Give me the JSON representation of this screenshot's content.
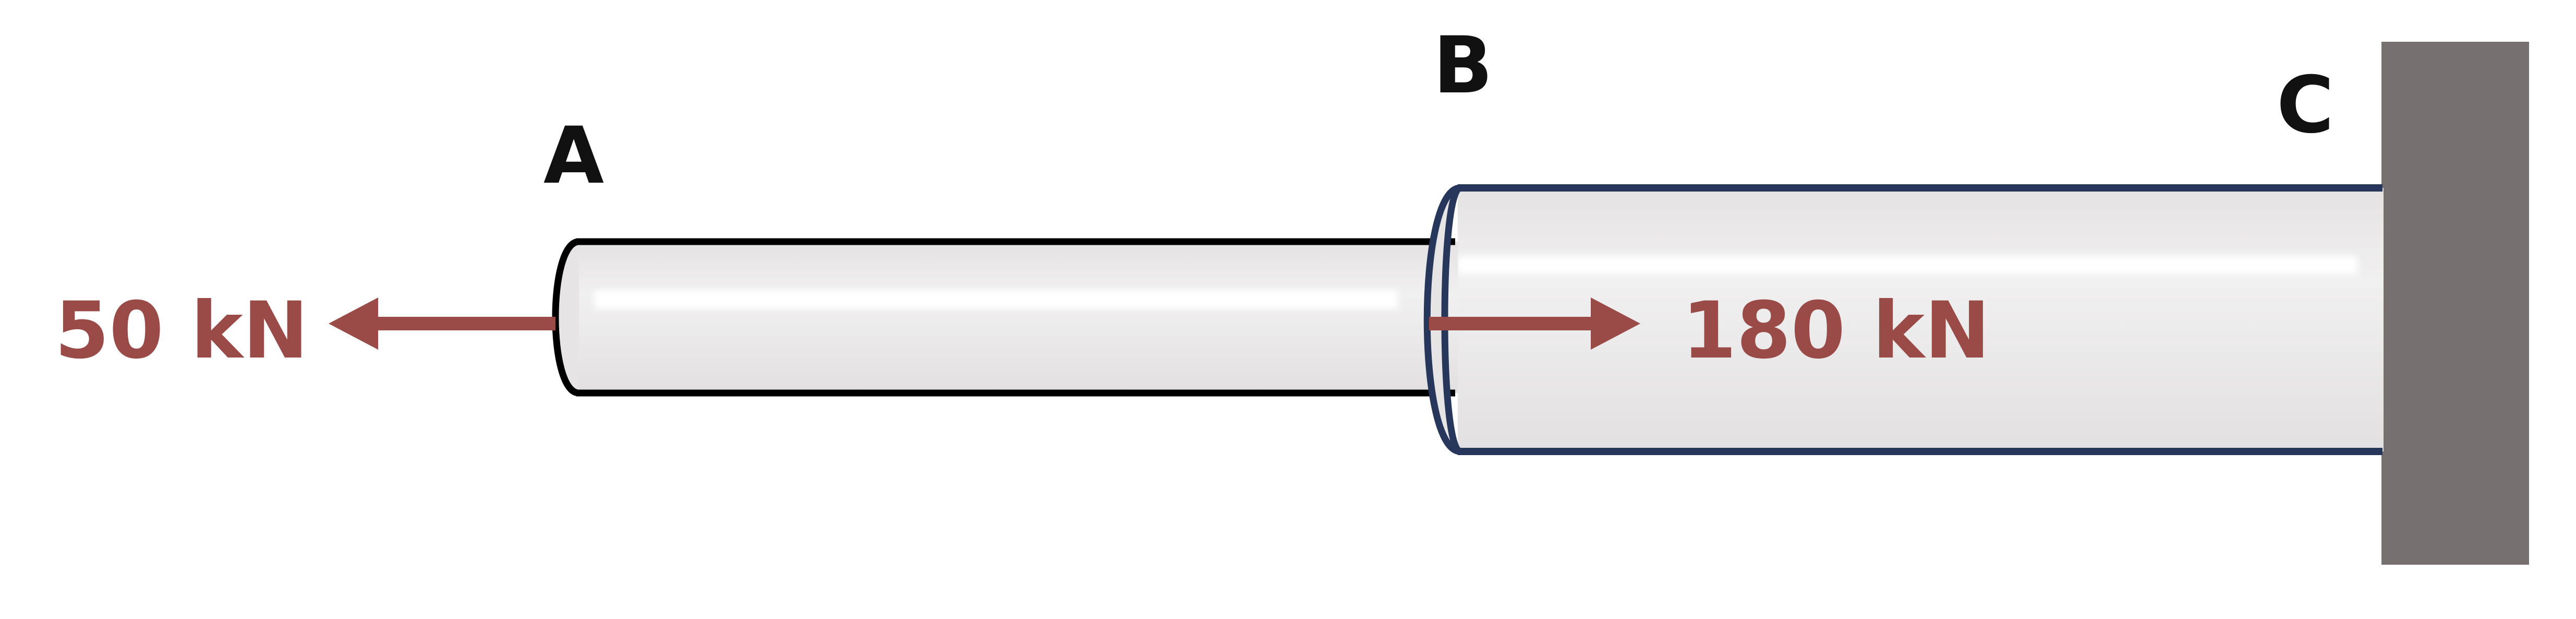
{
  "points": {
    "a": "A",
    "b": "B",
    "c": "C"
  },
  "loads": {
    "at_a": "50 kN",
    "at_b": "180 kN"
  },
  "colors": {
    "label": "#111111",
    "load": "#9a4b48",
    "rod_fill": "#e6e4e5",
    "rod_highlight": "#ffffff",
    "rod_outline_small": "#000000",
    "rod_outline_large": "#27375c",
    "wall": "#767170"
  }
}
